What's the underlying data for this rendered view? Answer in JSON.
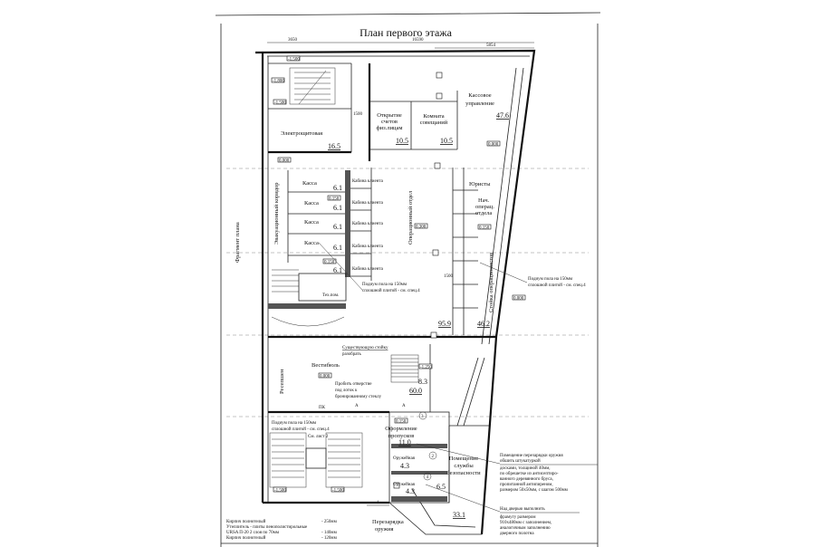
{
  "title": "План первого этажа",
  "dimensions": [
    "3650",
    "16590",
    "5854",
    "1500",
    "1500"
  ],
  "elevations": [
    "-1.500",
    "-1.800",
    "-1.500",
    "0.000",
    "0.150",
    "0.300",
    "0.150",
    "0.000",
    "0.000",
    "0.150",
    "-1.500",
    "-1.500",
    "-1.250",
    "0.150",
    "0.000"
  ],
  "rooms": {
    "cash_management": {
      "name": [
        "Кассовое",
        "управление"
      ],
      "area": "47.6"
    },
    "accounts": {
      "name": [
        "Открытие",
        "счетов",
        "физ.лицам"
      ],
      "area": "10.5"
    },
    "meeting": {
      "name": [
        "Комната",
        "совещаний"
      ],
      "area": "10.5"
    },
    "electrical": {
      "name": "Электрощитовая",
      "area": "16.5"
    },
    "cash_desks": [
      {
        "name": "Касса",
        "area": "6.1"
      },
      {
        "name": "Касса",
        "area": "6.1"
      },
      {
        "name": "Касса",
        "area": "6.1"
      },
      {
        "name": "Касса",
        "area": "6.1"
      }
    ],
    "cash_desk_5_area": "6.1",
    "client_booths": [
      "Кабина клиента",
      "Кабина клиента",
      "Кабина клиента",
      "Кабина клиента",
      "Кабина клиента"
    ],
    "operations": {
      "name": "Операционный отдел",
      "area": "95.9"
    },
    "lawyers": {
      "name": "Юристы"
    },
    "head_ops": {
      "name": [
        "Нач.",
        "операц.",
        "отдела"
      ]
    },
    "counter": {
      "name": "Стойка операционистов",
      "area": "46.2"
    },
    "tech": {
      "name": "Тех.пом."
    },
    "lobby": {
      "name": "Вестибюль",
      "area": "60.0",
      "area2": "8.3"
    },
    "reception": {
      "name": "Ресепшен"
    },
    "passes": {
      "name": [
        "Оформление",
        "пропусков"
      ],
      "area": "11.0"
    },
    "armory1": {
      "name": "Оружейная",
      "area": "4.3"
    },
    "armory2": {
      "name": "Оружейная",
      "area": "4.3"
    },
    "small_room_area": "6.5",
    "security": {
      "name": [
        "Помещение",
        "службы",
        "безопасности"
      ]
    },
    "security_area": "33.1",
    "reload": {
      "name": [
        "Перезарядка",
        "оружия"
      ]
    }
  },
  "corridor": "Эвакуационный коридор",
  "fragment": "Фрагмент плана",
  "notes": {
    "podium_a": [
      "Подиум пола на 150мм",
      "сплошной плитой - см. спец.4"
    ],
    "podium_b": [
      "Подиум пола на 150мм",
      "сплошной плитой - см. спец.4"
    ],
    "podium_c": [
      "Подиум пола на 150мм",
      "сплошной плитой - см. спец.4",
      "См. лист 2"
    ],
    "remove_counter": [
      "Существующую стойку",
      "разобрать"
    ],
    "hole": [
      "Пробить отверстие",
      "под лоток к",
      "бронированному стеклу"
    ],
    "reload_room": [
      "Помещение перезарядки оружия",
      "обшить штукатуркой",
      "досками, толщиной 40мм,",
      "по обрешетке из антисептиро-",
      "ванного деревянного бруса,",
      "пропитанной антипиреном,",
      "размером 50x50мм, с шагом 500мм"
    ],
    "transom": [
      "Над дверью выполнить",
      "фрамугу размером",
      "910x480мм с заполнением,",
      "аналогичным заполнению",
      "дверного полотна"
    ]
  },
  "legend": [
    {
      "label": "Кирпич полнотелый",
      "value": "- 250мм"
    },
    {
      "label": "Утеплитель - плиты пенополистирольные",
      "value": ""
    },
    {
      "label": "URSA П-20 2 слоя по 70мм",
      "value": "- 140мм"
    },
    {
      "label": "Кирпич полнотелый",
      "value": "- 120мм"
    }
  ],
  "markers": [
    "1",
    "2",
    "3",
    "4",
    "ПК",
    "А",
    "А"
  ]
}
